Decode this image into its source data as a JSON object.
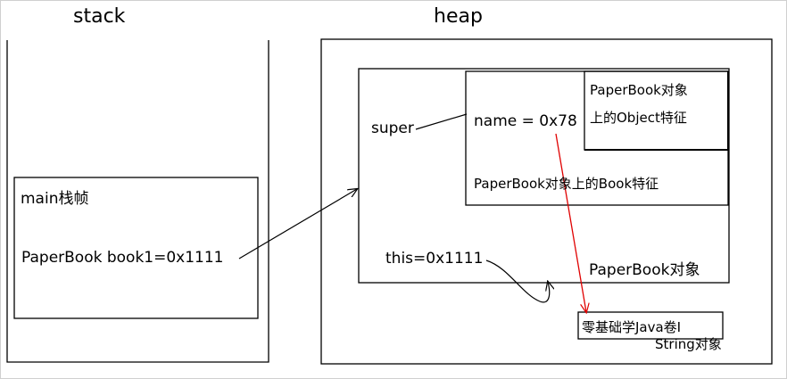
{
  "titles": {
    "stack": "stack",
    "heap": "heap"
  },
  "stack_frame": {
    "label": "main栈帧",
    "variable": "PaperBook book1=0x1111"
  },
  "object": {
    "super_label": "super",
    "this_label": "this=0x1111",
    "object_caption": "PaperBook对象",
    "book_part": {
      "field": "name = 0x78",
      "caption": "PaperBook对象上的Book特征"
    },
    "object_part": {
      "line1": "PaperBook对象",
      "line2": "上的Object特征"
    }
  },
  "string_object": {
    "value": "零基础学Java卷I",
    "caption": "String对象"
  },
  "colors": {
    "line": "#000000",
    "pointer": "#e00000"
  }
}
